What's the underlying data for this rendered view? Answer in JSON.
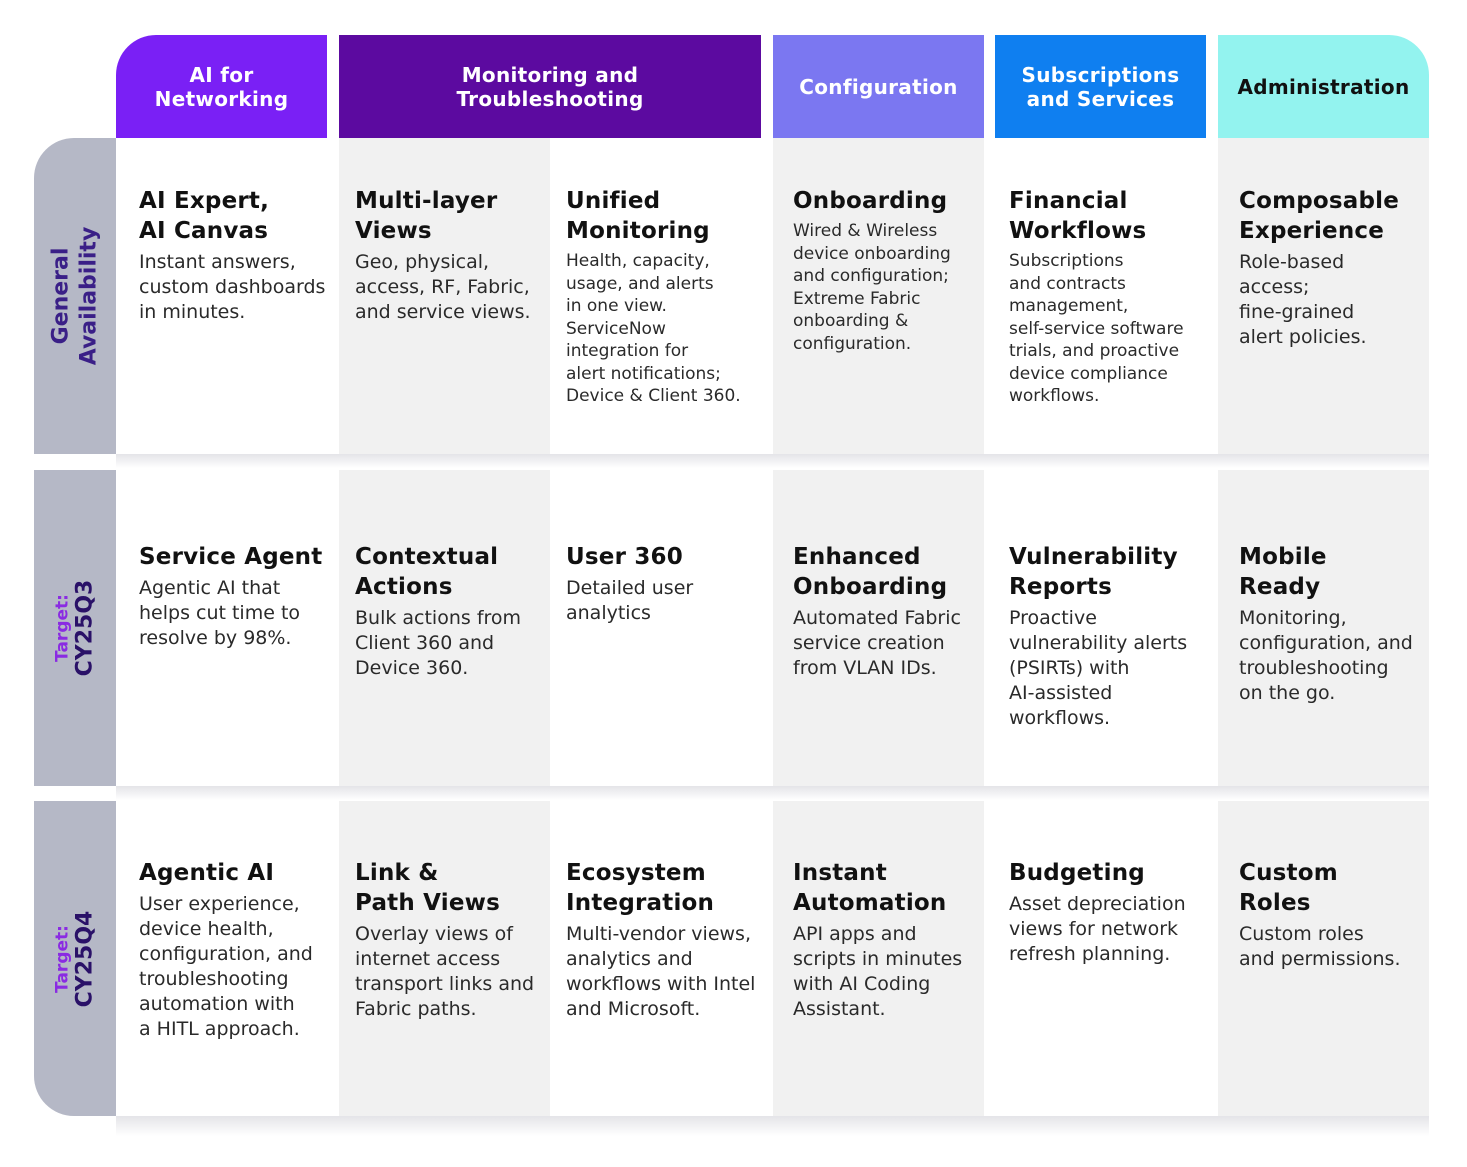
{
  "headers": [
    {
      "label": "AI for\nNetworking",
      "color": "#7a20f5"
    },
    {
      "label": "Monitoring and\nTroubleshooting",
      "color": "#5c0aa0"
    },
    {
      "label": "Configuration",
      "color": "#7b77f1"
    },
    {
      "label": "Subscriptions\nand Services",
      "color": "#0f7ff0"
    },
    {
      "label": "Administration",
      "color": "#93f3ef"
    }
  ],
  "rows": [
    {
      "label": "General\nAvailability",
      "cells": [
        {
          "title": "AI Expert,\nAI Canvas",
          "desc": "Instant answers,\ncustom dashboards\nin minutes."
        },
        {
          "title": "Multi-layer\nViews",
          "desc": "Geo, physical,\naccess, RF, Fabric,\nand service views."
        },
        {
          "title": "Unified\nMonitoring",
          "desc": "Health, capacity,\nusage, and alerts\nin one view.\nServiceNow\nintegration for\nalert notifications;\nDevice & Client 360."
        },
        {
          "title": "Onboarding",
          "desc": "Wired & Wireless\ndevice onboarding\nand configuration;\nExtreme Fabric\nonboarding &\nconfiguration."
        },
        {
          "title": "Financial\nWorkflows",
          "desc": "Subscriptions\nand contracts\nmanagement,\nself-service software\ntrials, and proactive\ndevice compliance\nworkflows."
        },
        {
          "title": "Composable\nExperience",
          "desc": "Role-based\naccess;\nfine-grained\nalert policies."
        }
      ]
    },
    {
      "label_small": "Target:",
      "label_big": "CY25Q3",
      "cells": [
        {
          "title": "Service Agent",
          "desc": "Agentic AI that\nhelps cut time to\nresolve by 98%."
        },
        {
          "title": "Contextual\nActions",
          "desc": "Bulk actions from\nClient 360 and\nDevice 360."
        },
        {
          "title": "User 360",
          "desc": "Detailed user\nanalytics"
        },
        {
          "title": "Enhanced\nOnboarding",
          "desc": "Automated Fabric\nservice creation\nfrom VLAN IDs."
        },
        {
          "title": "Vulnerability\nReports",
          "desc": "Proactive\nvulnerability alerts\n(PSIRTs) with\nAI-assisted\nworkflows."
        },
        {
          "title": "Mobile\nReady",
          "desc": "Monitoring,\nconfiguration, and\ntroubleshooting\non the go."
        }
      ]
    },
    {
      "label_small": "Target:",
      "label_big": "CY25Q4",
      "cells": [
        {
          "title": "Agentic AI",
          "desc": "User experience,\ndevice health,\nconfiguration, and\ntroubleshooting\nautomation with\na HITL approach."
        },
        {
          "title": "Link &\nPath Views",
          "desc": "Overlay views of\ninternet access\ntransport links and\nFabric paths."
        },
        {
          "title": "Ecosystem\nIntegration",
          "desc": "Multi-vendor views,\nanalytics and\nworkflows with Intel\nand Microsoft."
        },
        {
          "title": "Instant\nAutomation",
          "desc": "API apps and\nscripts in minutes\nwith AI Coding\nAssistant."
        },
        {
          "title": "Budgeting",
          "desc": "Asset depreciation\nviews for network\nrefresh planning."
        },
        {
          "title": "Custom\nRoles",
          "desc": "Custom roles\nand permissions."
        }
      ]
    }
  ]
}
